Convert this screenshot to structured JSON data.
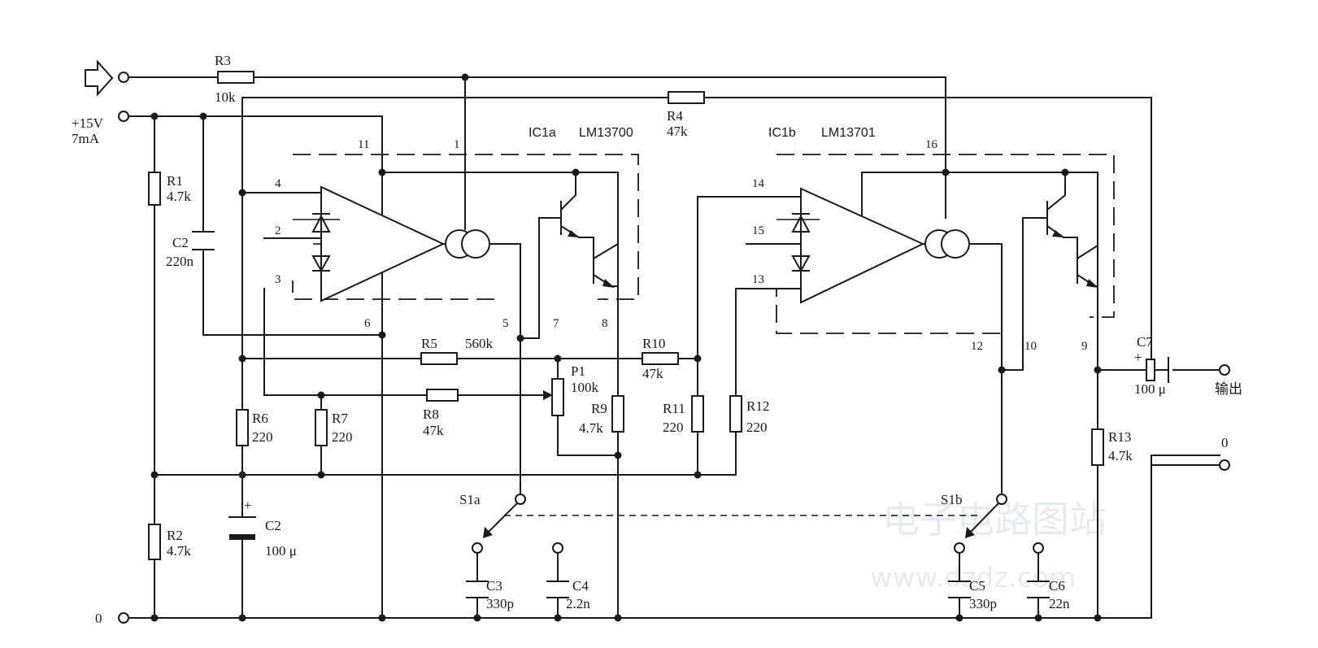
{
  "input_symbol": "arrow-input",
  "supply": {
    "voltage": "+15V",
    "current": "7mA"
  },
  "ground_label": "0",
  "ic1a": {
    "name": "IC1a",
    "part": "LM13700",
    "pins": [
      "11",
      "4",
      "2",
      "3",
      "1",
      "6",
      "5",
      "7",
      "8"
    ]
  },
  "ic1b": {
    "name": "IC1b",
    "part": "LM13701",
    "pins": [
      "14",
      "15",
      "13",
      "16",
      "12",
      "10",
      "9"
    ]
  },
  "resistors": {
    "r1": {
      "ref": "R1",
      "value": "4.7k"
    },
    "r2": {
      "ref": "R2",
      "value": "4.7k"
    },
    "r3": {
      "ref": "R3",
      "value": "10k"
    },
    "r4": {
      "ref": "R4",
      "value": "47k"
    },
    "r5": {
      "ref": "R5",
      "value": "560k"
    },
    "r6": {
      "ref": "R6",
      "value": "220"
    },
    "r7": {
      "ref": "R7",
      "value": "220"
    },
    "r8": {
      "ref": "R8",
      "value": "47k"
    },
    "r9": {
      "ref": "R9",
      "value": "4.7k"
    },
    "r10": {
      "ref": "R10",
      "value": "47k"
    },
    "r11": {
      "ref": "R11",
      "value": "220"
    },
    "r12": {
      "ref": "R12",
      "value": "220"
    },
    "r13": {
      "ref": "R13",
      "value": "4.7k"
    }
  },
  "pot": {
    "ref": "P1",
    "value": "100k"
  },
  "capacitors": {
    "c2a": {
      "ref": "C2",
      "value": "220n"
    },
    "c2b": {
      "ref": "C2",
      "value": "100 μ"
    },
    "c3": {
      "ref": "C3",
      "value": "330p"
    },
    "c4": {
      "ref": "C4",
      "value": "2.2n"
    },
    "c5": {
      "ref": "C5",
      "value": "330p"
    },
    "c6": {
      "ref": "C6",
      "value": "22n"
    },
    "c7": {
      "ref": "C7",
      "value": "100 μ"
    }
  },
  "switches": {
    "s1a": "S1a",
    "s1b": "S1b"
  },
  "output": {
    "label": "输出",
    "ground": "0"
  },
  "polarity": "+",
  "watermark": {
    "line1": "电子电路图站",
    "line2": "www.dzdz.com"
  }
}
